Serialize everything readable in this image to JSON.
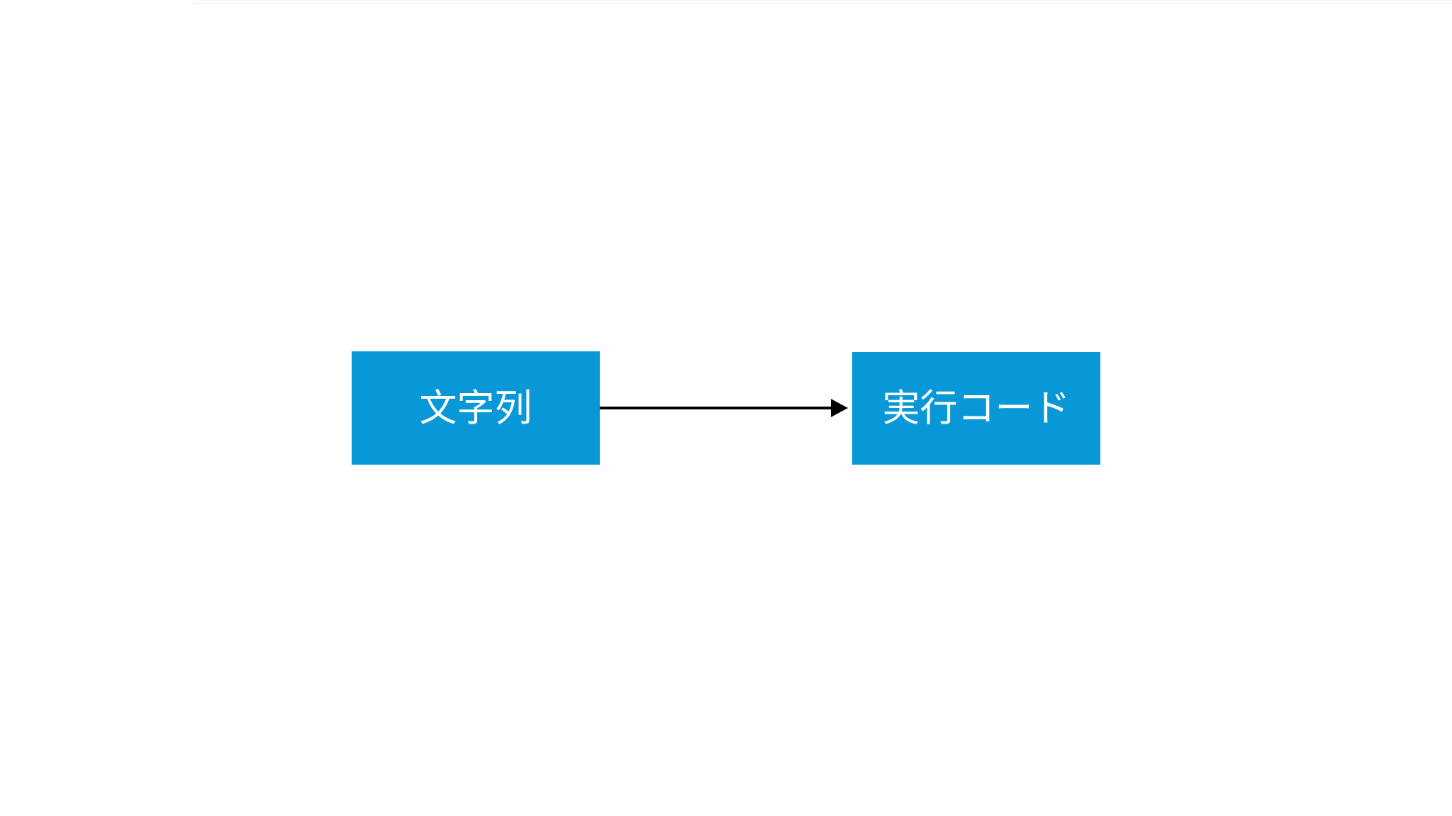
{
  "diagram": {
    "background_color": "#ffffff",
    "node_fill_color": "#0898d8",
    "node_text_color": "#ffffff",
    "arrow_color": "#000000",
    "nodes": [
      {
        "id": "string-box",
        "label": "文字列"
      },
      {
        "id": "exec-code-box",
        "label": "実行コード"
      }
    ],
    "edge": {
      "from": "string-box",
      "to": "exec-code-box",
      "style": "solid-arrow-right"
    }
  },
  "chrome": {
    "top_strip_color": "#fafafa",
    "top_strip_border_color": "#ececec"
  }
}
